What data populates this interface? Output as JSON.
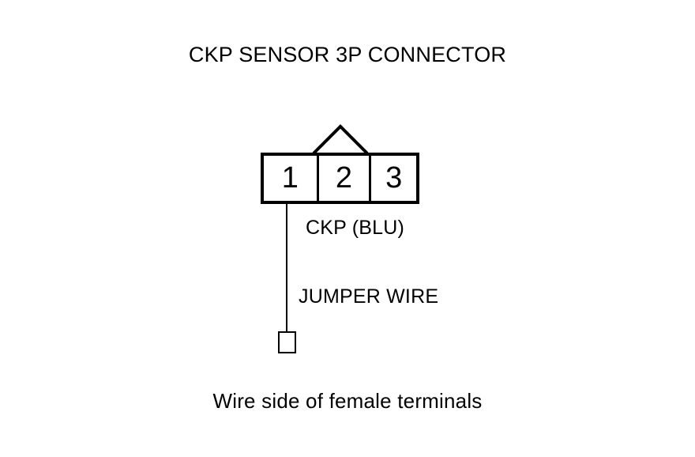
{
  "diagram": {
    "title": "CKP SENSOR 3P CONNECTOR",
    "caption": "Wire side of female terminals",
    "colors": {
      "line": "#000000",
      "background": "#ffffff"
    },
    "connector": {
      "name": "CKP SENSOR 3P CONNECTOR",
      "pin_count": 3,
      "pins": [
        {
          "number": "1",
          "signal": "CKP (BLU)"
        },
        {
          "number": "2",
          "signal": ""
        },
        {
          "number": "3",
          "signal": ""
        }
      ],
      "latch_tab": "triangular-latch-over-pin-2"
    },
    "labels": {
      "ckp_wire": "CKP (BLU)",
      "jumper_wire": "JUMPER WIRE"
    },
    "jumper": {
      "from_pin": "1",
      "terminal_end": "open-terminal-square"
    }
  }
}
